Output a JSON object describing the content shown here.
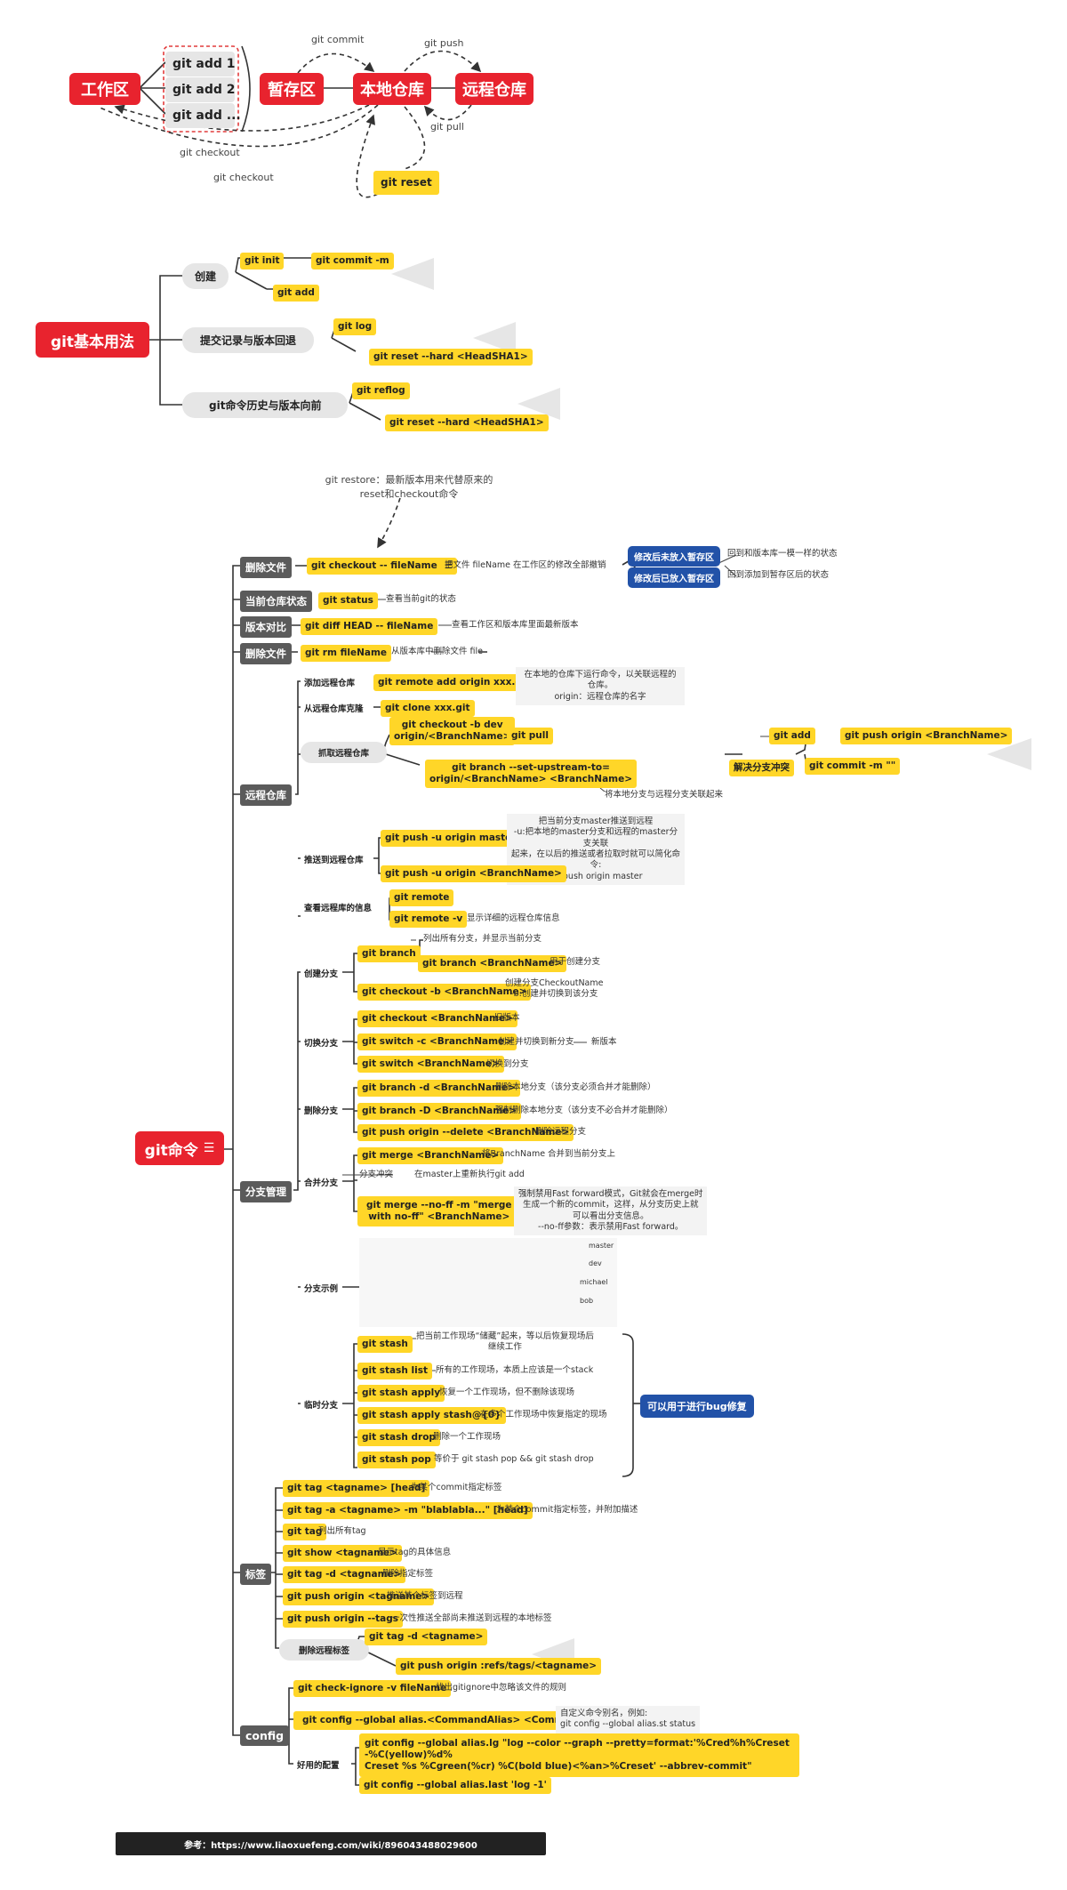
{
  "top": {
    "workspace": "工作区",
    "adds": [
      "git add 1",
      "git add 2",
      "git add ..."
    ],
    "stage": "暂存区",
    "local": "本地仓库",
    "remote": "远程仓库",
    "git_commit": "git commit",
    "git_push": "git push",
    "git_pull": "git pull",
    "checkout1": "git checkout",
    "checkout2": "git checkout",
    "reset": "git reset"
  },
  "basic": {
    "title": "git基本用法",
    "create": "创建",
    "git_init": "git init",
    "git_add": "git add",
    "git_commit_m": "git commit -m",
    "history": "提交记录与版本回退",
    "git_log": "git log",
    "reset_hard1": "git reset --hard <HeadSHA1>",
    "cmdhistory": "git命令历史与版本向前",
    "git_reflog": "git reflog",
    "reset_hard2": "git reset --hard <HeadSHA1>",
    "restore_note": "git restore：最新版本用来代替原来的\nreset和checkout命令"
  },
  "cmd": {
    "title": "git命令",
    "del_file": "删除文件",
    "checkout_file": "git checkout --  fileName",
    "checkout_desc": "把文件 fileName 在工作区的修改全部撤销",
    "unstaged": "修改后未放入暂存区",
    "unstaged_desc": "回到和版本库一模一样的状态",
    "staged": "修改后已放入暂存区",
    "staged_desc": "回到添加到暂存区后的状态",
    "status_label": "当前仓库状态",
    "git_status": "git status",
    "status_desc": "查看当前git的状态",
    "diff_label": "版本对比",
    "git_diff": "git diff HEAD -- fileName",
    "diff_desc": "查看工作区和版本库里面最新版本",
    "rm_label": "删除文件",
    "git_rm": "git rm fileName",
    "rm_desc": "从版本库中删除文件 file",
    "remote": {
      "label": "远程仓库",
      "add_label": "添加远程仓库",
      "add_cmd": "git remote add origin xxx.git",
      "add_desc": "在本地的仓库下运行命令，以关联远程的仓库。\norigin：远程仓库的名字",
      "clone_label": "从远程仓库克隆",
      "clone_cmd": "git clone xxx.git",
      "fetch_label": "抓取远程仓库",
      "checkout_b": "git checkout -b dev\norigin/<BranchName>",
      "git_pull": "git pull",
      "upstream": "git branch --set-upstream-to=\norigin/<BranchName> <BranchName>",
      "upstream_desc": "将本地分支与远程分支关联起来",
      "conflict": "解决分支冲突",
      "add": "git add",
      "commit": "git commit -m \"\"",
      "push_origin": "git push origin <BranchName>",
      "push_label": "推送到远程仓库",
      "push_master": "git push -u origin master",
      "push_desc": "把当前分支master推送到远程\n-u:把本地的master分支和远程的master分支关联\n起来，在以后的推送或者拉取时就可以简化命令:\ngit push origin master",
      "push_branch": "git push -u origin <BranchName>",
      "info_label": "查看远程库的信息",
      "git_remote": "git remote",
      "git_remote_v": "git remote -v",
      "remote_v_desc": "显示详细的远程仓库信息"
    },
    "branch": {
      "label": "分支管理",
      "create_label": "创建分支",
      "git_branch": "git branch",
      "git_branch_desc": "列出所有分支，并显示当前分支",
      "branch_name": "git branch <BranchName>",
      "branch_name_desc": "用于创建分支",
      "checkout_b": "git checkout -b <BranchName>",
      "checkout_b_desc": "创建分支CheckoutName\n-b:创建并切换到该分支",
      "switch_label": "切换分支",
      "checkout": "git checkout  <BranchName>",
      "checkout_desc": "旧版本",
      "switch_c": "git switch -c <BranchName>",
      "switch_c_desc": "创建并切换到新分支",
      "new_ver": "新版本",
      "switch": "git switch <BranchName>",
      "switch_desc": "切换到分支",
      "delete_label": "删除分支",
      "del_d": "git branch -d <BranchName>",
      "del_d_desc": "删除本地分支（该分支必须合并才能删除）",
      "del_D": "git branch -D <BranchName>",
      "del_D_desc": "强制删除本地分支（该分支不必合并才能删除）",
      "push_delete": "git push origin --delete <BranchName>",
      "push_delete_desc": "删除远程分支",
      "merge_label": "合并分支",
      "merge": "git merge <BranchName>",
      "merge_desc": "将BranchName 合并到当前分支上",
      "conflict": "分支冲突",
      "conflict_desc": "在master上重新执行git add",
      "noff": "git merge --no-ff -m \"merge\nwith no-ff\"  <BranchName>",
      "noff_desc": "强制禁用Fast forward模式，Git就会在merge时\n生成一个新的commit，这样，从分支历史上就\n可以看出分支信息。\n--no-ff参数：表示禁用Fast forward。",
      "example_label": "分支示例",
      "example_names": [
        "master",
        "dev",
        "michael",
        "bob"
      ],
      "example_colors": [
        "#2f7cd6",
        "#e23b3b",
        "#1aa28b",
        "#f2a31b"
      ],
      "stash_label": "临时分支",
      "stash": "git stash",
      "stash_desc": "把当前工作现场“储藏”起来，等以后恢复现场后\n继续工作",
      "stash_list": "git stash list",
      "stash_list_desc": "所有的工作现场，本质上应该是一个stack",
      "stash_apply": "git stash apply",
      "stash_apply_desc": "恢复一个工作现场，但不删除该现场",
      "stash_apply0": "git stash apply stash@{0}",
      "stash_apply0_desc": "在多个工作现场中恢复指定的现场",
      "stash_drop": "git stash drop",
      "stash_drop_desc": "删除一个工作现场",
      "stash_pop": "git stash pop",
      "stash_pop_desc": "等价于 git stash pop && git stash drop",
      "bug_note": "可以用于进行bug修复"
    },
    "tag": {
      "label": "标签",
      "tag_head": "git tag <tagname> [head]",
      "tag_head_desc": "为某个commit指定标签",
      "tag_a": "git tag -a <tagname> -m \"blablabla...\"  [head]",
      "tag_a_desc": "为某个commit指定标签，并附加描述",
      "tag": "git tag",
      "tag_desc": "列出所有tag",
      "show": "git show <tagname>",
      "show_desc": "显示tag的具体信息",
      "del": "git tag -d <tagname>",
      "del_desc": "删除指定标签",
      "push": "git push origin <tagname>",
      "push_desc": "推送某个标签到远程",
      "push_tags": "git push origin --tags",
      "push_tags_desc": "一次性推送全部尚未推送到远程的本地标签",
      "del_remote_label": "删除远程标签",
      "del_remote1": "git tag -d  <tagname>",
      "del_remote2": "git push origin :refs/tags/<tagname>"
    },
    "config": {
      "label": "config",
      "check_ignore": "git check-ignore -v fileName",
      "check_ignore_desc": "找出gitignore中忽略该文件的规则",
      "alias": "git config --global alias.<CommandAlias> <Command>",
      "alias_desc": "自定义命令别名，例如:\ngit config --global alias.st status",
      "useful_label": "好用的配置",
      "lg": "git config --global alias.lg \"log --color --graph --pretty=format:'%Cred%h%Creset -%C(yellow)%d%\nCreset %s %Cgreen(%cr) %C(bold blue)<%an>%Creset' --abbrev-commit\"",
      "last": "git config --global alias.last 'log -1'"
    }
  },
  "footer": "参考：https://www.liaoxuefeng.com/wiki/896043488029600"
}
